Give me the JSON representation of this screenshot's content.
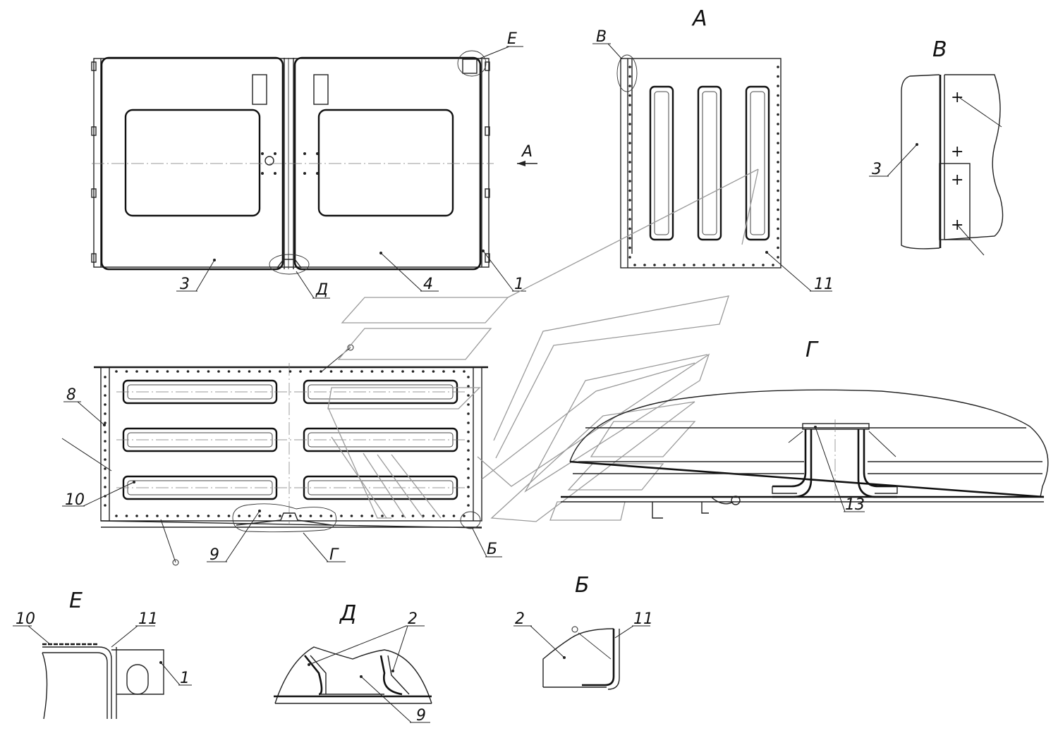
{
  "views": {
    "A": "А",
    "B": "Б",
    "V": "В",
    "G": "Г",
    "D": "Д",
    "E": "Е"
  },
  "marks": {
    "A_arrow": "А",
    "V_marker": "В",
    "E_marker": "Е",
    "D_marker": "Д",
    "G_marker": "Г",
    "B_marker": "Б"
  },
  "positions": {
    "p1_top": "1",
    "p3_top": "3",
    "p4_top": "4",
    "p11_A": "11",
    "p3_V": "3",
    "p8": "8",
    "p10": "10",
    "p9": "9",
    "p13": "13",
    "p10_E": "10",
    "p11_E": "11",
    "p1_E": "1",
    "p2_D": "2",
    "p9_D": "9",
    "p2_B": "2",
    "p11_B": "11"
  }
}
